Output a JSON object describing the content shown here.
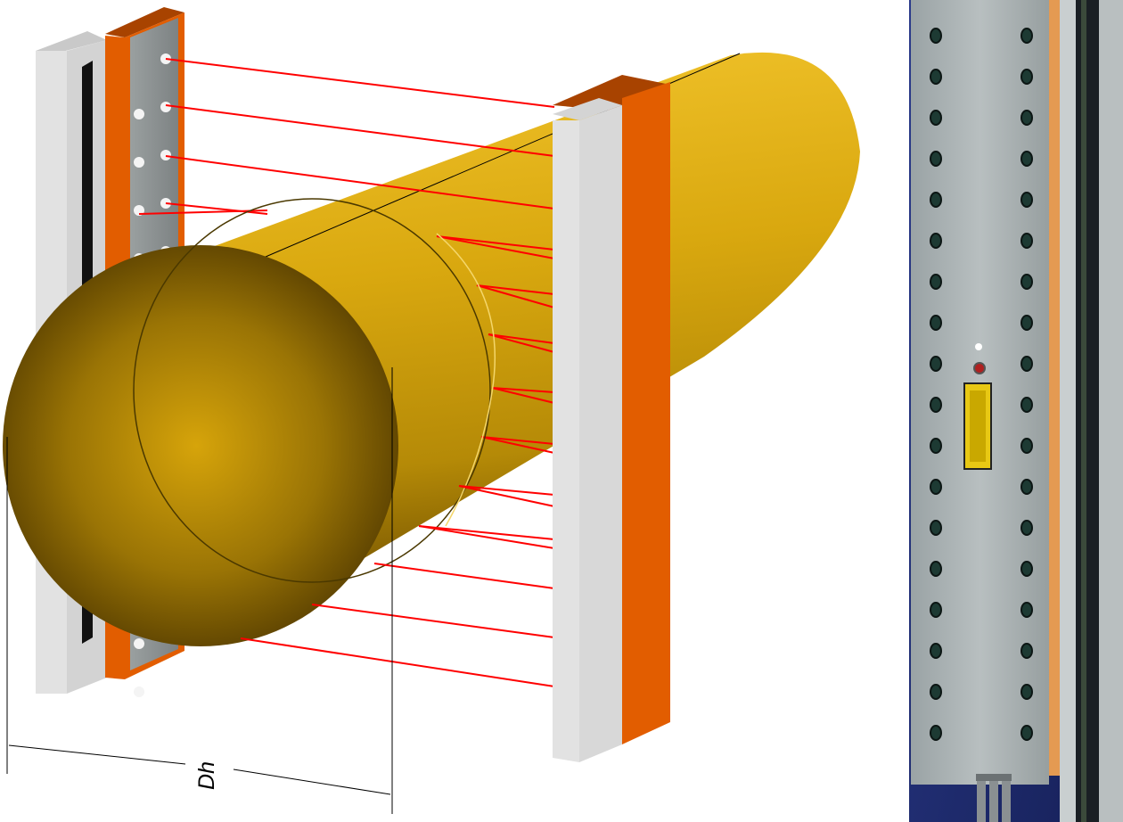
{
  "diagram": {
    "dimension_label": "Dh",
    "colors": {
      "log_wood": "#c89a0c",
      "log_dark": "#5a4000",
      "laser_beam": "#ff0000",
      "frame_orange": "#e25d00",
      "frame_grey": "#e2e2e2",
      "emitter_plate": "#8a8a8a",
      "photo_background": "#1f2a6b",
      "photo_housing": "#a9b0b1"
    },
    "left_emitter_rows": 13,
    "photo_sensor_rows": 18
  }
}
